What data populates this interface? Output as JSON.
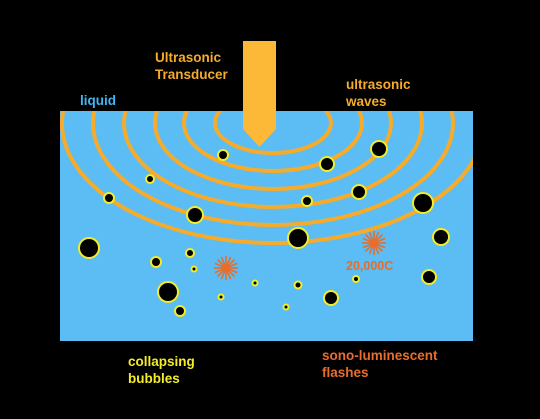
{
  "labels": {
    "transducer": "Ultrasonic\nTransducer",
    "liquid": "liquid",
    "waves": "ultrasonic\nwaves",
    "bubbles": "collapsing\nbubbles",
    "flashes": "sono-luminescent\nflashes",
    "temperature": "20,000C"
  },
  "colors": {
    "background": "#000000",
    "liquid": "#5bbdf3",
    "transducer": "#fbb937",
    "waves": "#f7ab2a",
    "bubble_fill": "#000000",
    "bubble_rim": "#f3ec2a",
    "flash": "#e86d2a"
  },
  "icons": {
    "flash": "starburst-icon",
    "bubble": "bubble-icon"
  }
}
